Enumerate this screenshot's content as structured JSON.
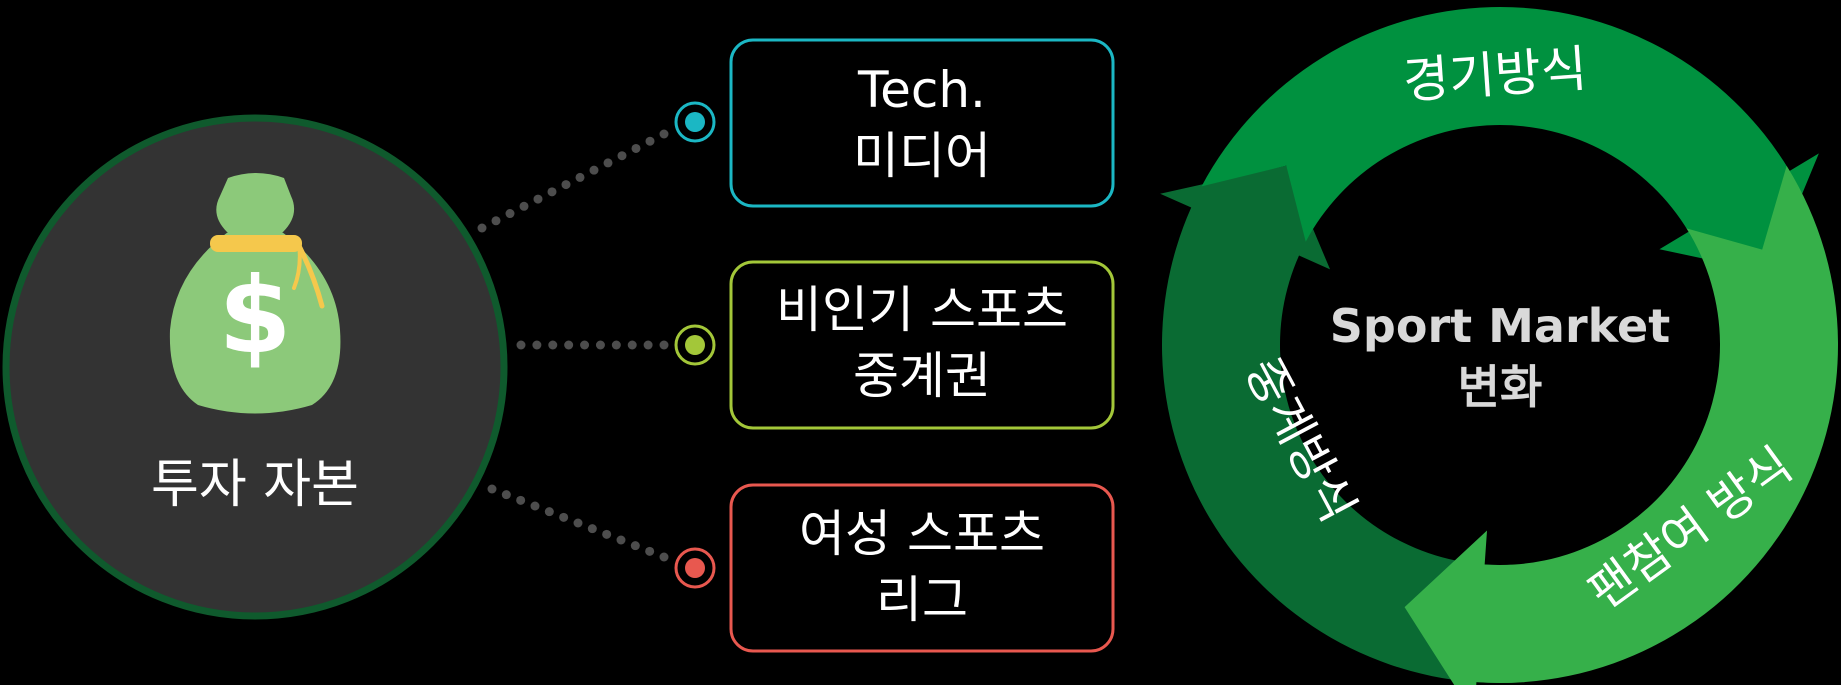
{
  "investment": {
    "label": "투자 자본",
    "icon": "money-bag-icon",
    "circle_fill": "#333333",
    "circle_stroke": "#0f5a2d",
    "bag_color": "#8cc97a",
    "tie_color": "#f5c84c"
  },
  "items": [
    {
      "id": "tech-media",
      "line1": "Tech.",
      "line2": "미디어",
      "color": "#1bb7c4"
    },
    {
      "id": "unpopular-sports",
      "line1": "비인기 스포츠",
      "line2": "중계권",
      "color": "#a3c739"
    },
    {
      "id": "women-sports",
      "line1": "여성 스포츠",
      "line2": "리그",
      "color": "#e8584f"
    }
  ],
  "cycle": {
    "center_line1": "Sport Market",
    "center_line2": "변화",
    "center_color": "#d9d9d9",
    "segments": [
      {
        "id": "game-method",
        "label": "경기방식",
        "color": "#00913f"
      },
      {
        "id": "fan-participation",
        "label": "팬참여 방식",
        "color": "#36b04a"
      },
      {
        "id": "broadcast-method",
        "label": "중계방식",
        "color": "#0a6b33"
      }
    ]
  }
}
